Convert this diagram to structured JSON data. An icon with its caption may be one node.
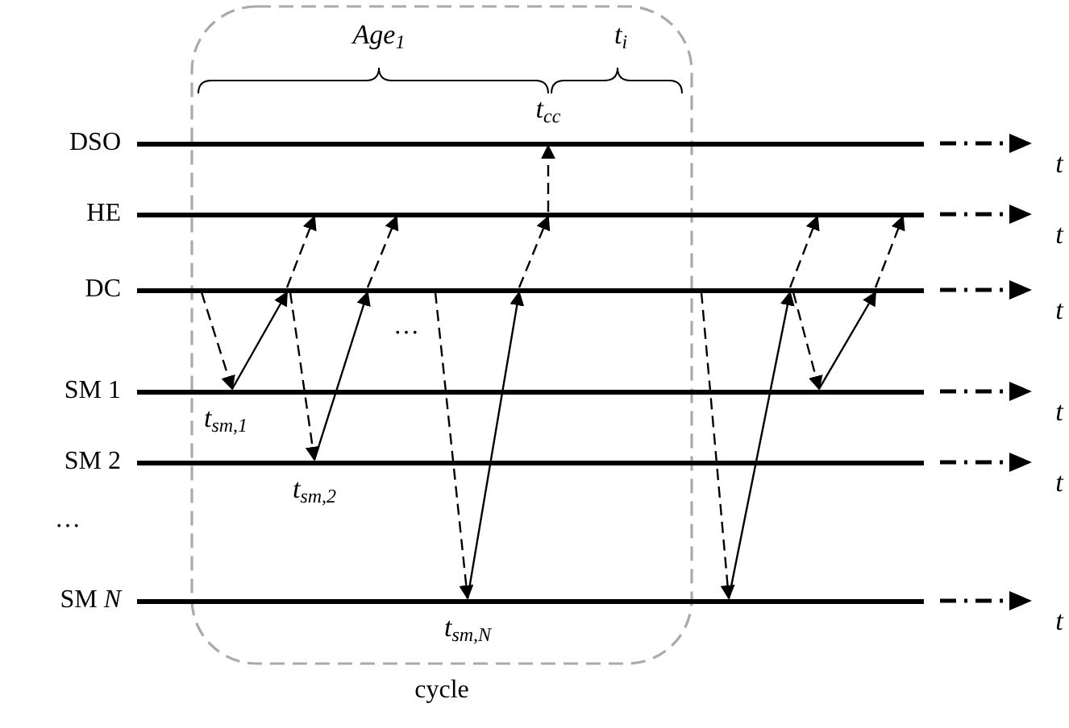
{
  "diagram": {
    "nodes": [
      {
        "text": [
          "DSO"
        ]
      },
      {
        "text": [
          "HE"
        ]
      },
      {
        "text": [
          "DC"
        ]
      },
      {
        "text": [
          "SM 1"
        ]
      },
      {
        "text": [
          "SM 2"
        ]
      },
      {
        "text": [
          "SM *N*"
        ]
      }
    ],
    "edges": [
      {
        "from": 2,
        "to": 3,
        "arrow": "to",
        "style": "dashed"
      },
      {
        "from": 3,
        "to": 2,
        "arrow": "to"
      },
      {
        "from": 2,
        "to": 1,
        "arrow": "to",
        "style": "dashed"
      },
      {
        "from": 2,
        "to": 4,
        "arrow": "to",
        "style": "dashed"
      },
      {
        "from": 4,
        "to": 2,
        "arrow": "to"
      },
      {
        "from": 2,
        "to": 1,
        "arrow": "to",
        "style": "dashed"
      },
      {
        "from": 2,
        "to": 5,
        "arrow": "to",
        "style": "dashed"
      },
      {
        "from": 5,
        "to": 2,
        "arrow": "to"
      },
      {
        "from": 2,
        "to": 1,
        "arrow": "to",
        "style": "dashed"
      },
      {
        "from": 1,
        "to": 0,
        "arrow": "to",
        "style": "dashed"
      },
      {
        "from": 2,
        "to": 5,
        "arrow": "to",
        "style": "dashed"
      },
      {
        "from": 5,
        "to": 2,
        "arrow": "to"
      },
      {
        "from": 2,
        "to": 1,
        "arrow": "to",
        "style": "dashed"
      },
      {
        "from": 2,
        "to": 3,
        "arrow": "to",
        "style": "dashed"
      },
      {
        "from": 3,
        "to": 2,
        "arrow": "to"
      },
      {
        "from": 2,
        "to": 1,
        "arrow": "to",
        "style": "dashed"
      }
    ],
    "labels": [
      "Age$_{1}$",
      "t$_{i}$",
      "t$_{cc}$",
      "t",
      "t",
      "t",
      "…",
      "t$_{sm,1}$",
      "t",
      "t$_{sm,2}$",
      "t",
      "…",
      "t$_{sm,N}$",
      "t",
      "cycle"
    ]
  }
}
